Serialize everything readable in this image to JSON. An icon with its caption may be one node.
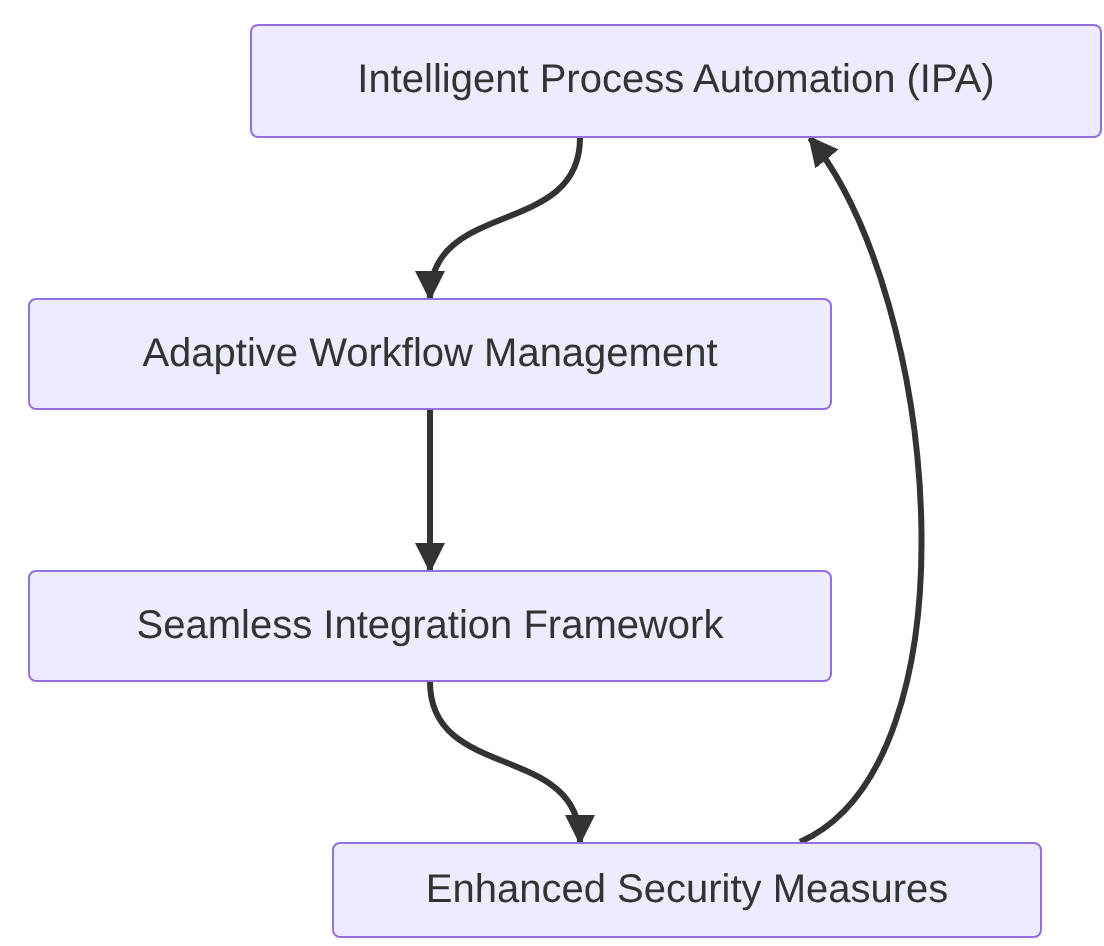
{
  "diagram": {
    "nodes": [
      {
        "text": [
          "Intelligent Process Automation (IPA)"
        ]
      },
      {
        "text": [
          "Adaptive Workflow Management"
        ]
      },
      {
        "text": [
          "Seamless Integration Framework"
        ]
      },
      {
        "text": [
          "Enhanced Security Measures"
        ]
      }
    ],
    "edges": [
      {
        "from": 0,
        "to": 1,
        "arrow": "to"
      },
      {
        "from": 1,
        "to": 2,
        "arrow": "to"
      },
      {
        "from": 2,
        "to": 3,
        "arrow": "to"
      },
      {
        "from": 3,
        "to": 0,
        "arrow": "to"
      }
    ]
  }
}
